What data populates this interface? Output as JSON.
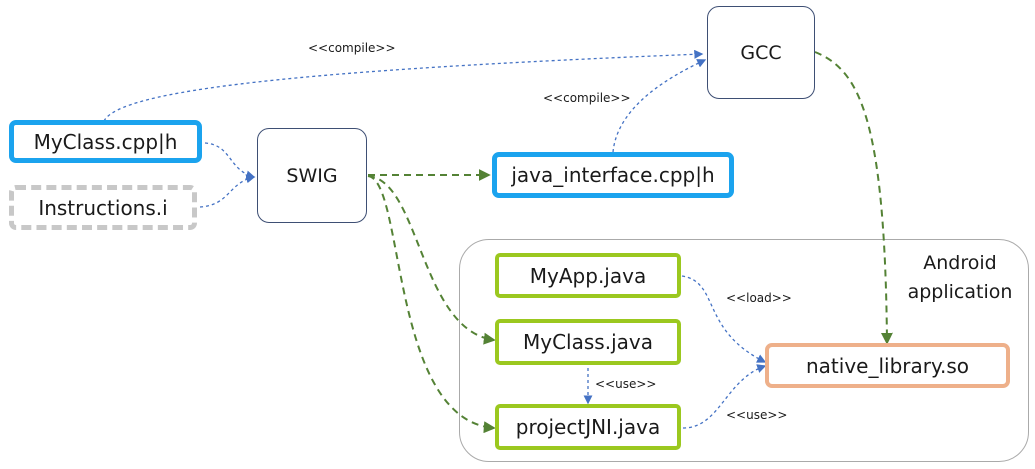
{
  "nodes": {
    "myclass_cpp": "MyClass.cpp|h",
    "instructions": "Instructions.i",
    "swig": "SWIG",
    "gcc": "GCC",
    "java_interface": "java_interface.cpp|h",
    "myapp_java": "MyApp.java",
    "myclass_java": "MyClass.java",
    "projectjni_java": "projectJNI.java",
    "native_library": "native_library.so"
  },
  "container": {
    "label": "Android\napplication"
  },
  "edge_labels": {
    "compile_top": "<<compile>>",
    "compile_mid": "<<compile>>",
    "load": "<<load>>",
    "use_down": "<<use>>",
    "use_right": "<<use>>"
  },
  "colors": {
    "blue_border": "#1ba3ee",
    "gray_border": "#c8c8c8",
    "green_border": "#9bc81f",
    "orange_border": "#eeb08a",
    "plain_border": "#3e4f74",
    "blue_arrow": "#4472c4",
    "green_arrow": "#548235",
    "container_border": "#aaaaaa"
  }
}
